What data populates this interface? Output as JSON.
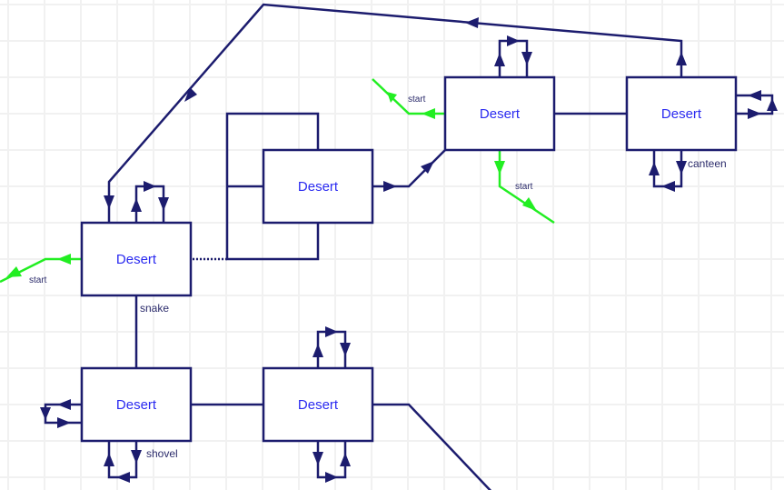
{
  "diagram": {
    "nodes": [
      {
        "id": "n1",
        "label": "Desert"
      },
      {
        "id": "n2",
        "label": "Desert"
      },
      {
        "id": "n3",
        "label": "Desert"
      },
      {
        "id": "n4",
        "label": "Desert"
      },
      {
        "id": "n5",
        "label": "Desert"
      },
      {
        "id": "n6",
        "label": "Desert"
      }
    ],
    "edge_labels": {
      "snake": "snake",
      "shovel": "shovel",
      "canteen": "canteen",
      "start_left": "start",
      "start_top": "start",
      "start_bottom": "start"
    },
    "colors": {
      "edge": "#1c1c6e",
      "start_edge": "#22ee22",
      "node_text": "#2a2af0",
      "grid": "#f1f1f1"
    }
  }
}
